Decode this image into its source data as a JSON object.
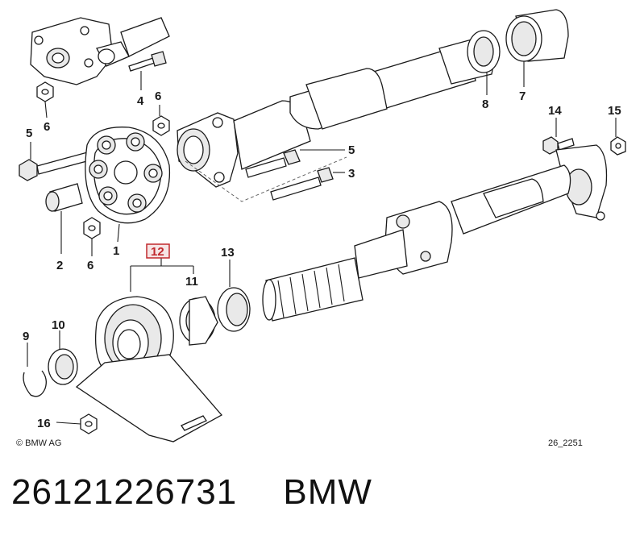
{
  "diagram": {
    "callouts": [
      {
        "id": "c1",
        "label": "1"
      },
      {
        "id": "c2",
        "label": "2"
      },
      {
        "id": "c3",
        "label": "3"
      },
      {
        "id": "c4",
        "label": "4"
      },
      {
        "id": "c5a",
        "label": "5"
      },
      {
        "id": "c5b",
        "label": "5"
      },
      {
        "id": "c6a",
        "label": "6"
      },
      {
        "id": "c6b",
        "label": "6"
      },
      {
        "id": "c6c",
        "label": "6"
      },
      {
        "id": "c7",
        "label": "7"
      },
      {
        "id": "c8",
        "label": "8"
      },
      {
        "id": "c9",
        "label": "9"
      },
      {
        "id": "c10",
        "label": "10"
      },
      {
        "id": "c11",
        "label": "11"
      },
      {
        "id": "c12",
        "label": "12"
      },
      {
        "id": "c13",
        "label": "13"
      },
      {
        "id": "c14",
        "label": "14"
      },
      {
        "id": "c15",
        "label": "15"
      },
      {
        "id": "c16",
        "label": "16"
      }
    ],
    "copyright": "© BMW AG",
    "drawing_code": "26_2251",
    "highlight_color": "#c0282d"
  },
  "caption": {
    "part_number": "26121226731",
    "brand": "BMW"
  }
}
